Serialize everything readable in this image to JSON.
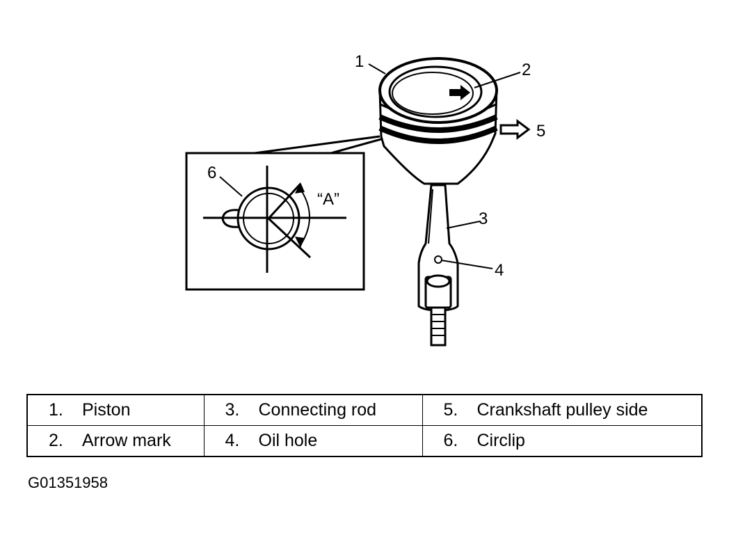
{
  "callouts": {
    "c1": "1",
    "c2": "2",
    "c3": "3",
    "c4": "4",
    "c5": "5",
    "c6": "6",
    "detail_a": "“A”"
  },
  "legend": {
    "rows": [
      [
        {
          "num": "1.",
          "label": "Piston"
        },
        {
          "num": "3.",
          "label": "Connecting rod"
        },
        {
          "num": "5.",
          "label": "Crankshaft pulley side"
        }
      ],
      [
        {
          "num": "2.",
          "label": "Arrow mark"
        },
        {
          "num": "4.",
          "label": "Oil hole"
        },
        {
          "num": "6.",
          "label": "Circlip"
        }
      ]
    ]
  },
  "figure_id": "G01351958"
}
